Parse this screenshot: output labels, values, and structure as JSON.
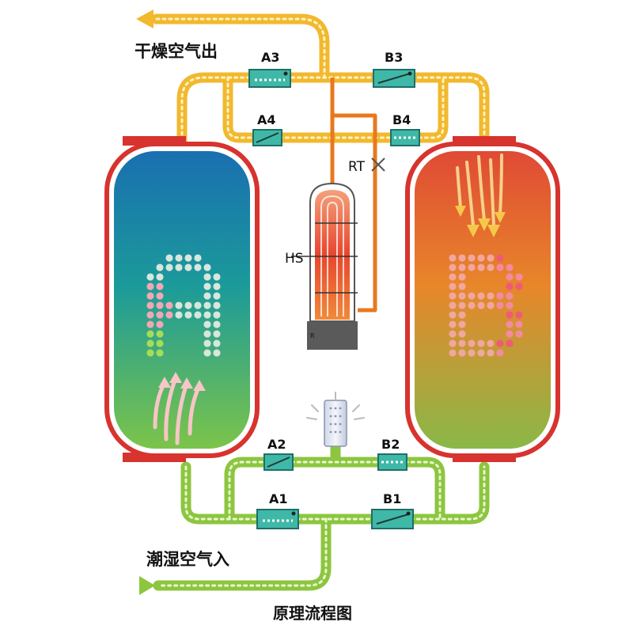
{
  "labels": {
    "dry_air_out": "干燥空气出",
    "wet_air_in": "潮湿空气入",
    "title": "原理流程图",
    "rt": "RT",
    "hs": "HS",
    "heater_small": "R"
  },
  "valves": {
    "a1": "A1",
    "a2": "A2",
    "a3": "A3",
    "a4": "A4",
    "b1": "B1",
    "b2": "B2",
    "b3": "B3",
    "b4": "B4"
  },
  "tanks": {
    "a": {
      "letter": "A",
      "state": "adsorbing"
    },
    "b": {
      "letter": "B",
      "state": "regenerating"
    }
  },
  "colors": {
    "dry_pipe": "#f2b82e",
    "wet_pipe": "#8cc63f",
    "heat_pipe": "#e8781e",
    "valve_fill": "#3fb8a8",
    "tank_border": "#d7332f",
    "tank_a_top": "#1a6fb0",
    "tank_a_bottom": "#7cc44a",
    "tank_b_top": "#e04a35",
    "tank_b_bottom": "#8ab848"
  }
}
